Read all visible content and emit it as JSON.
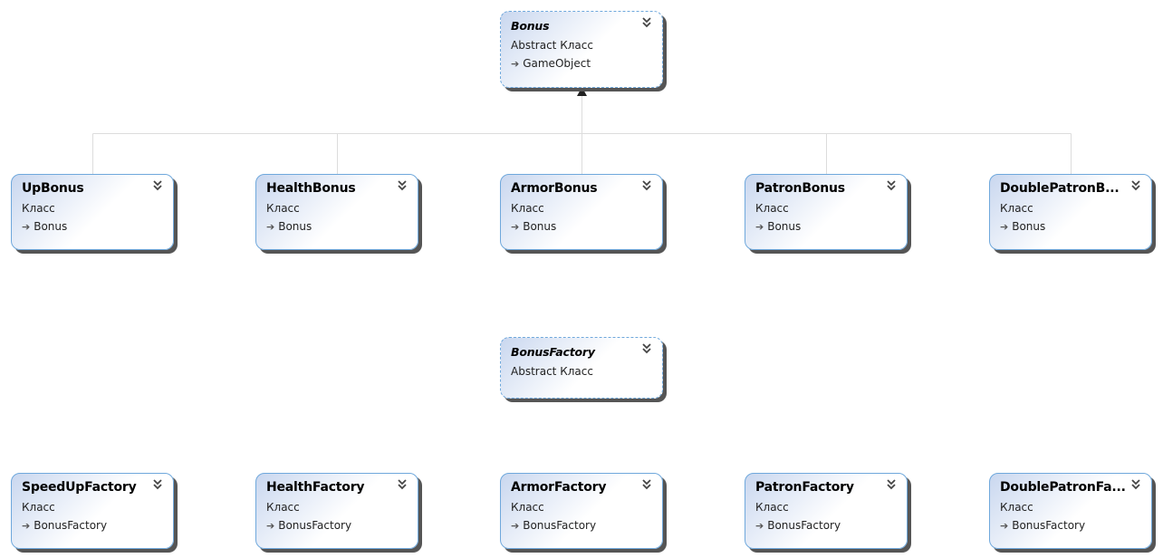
{
  "colors": {
    "border": "#6fa8dc",
    "gradient_start": "#c9d7ef",
    "shadow": "#555555",
    "connector": "#dcdcdc"
  },
  "icons": {
    "collapse": "double-chevron-down-icon",
    "base_type": "inheritance-arrow-icon",
    "generalization": "triangle-arrowhead-icon"
  },
  "classes": {
    "bonus": {
      "name": "Bonus",
      "kind": "Abstract Класс",
      "base": "GameObject"
    },
    "up_bonus": {
      "name": "UpBonus",
      "kind": "Класс",
      "base": "Bonus"
    },
    "health_bonus": {
      "name": "HealthBonus",
      "kind": "Класс",
      "base": "Bonus"
    },
    "armor_bonus": {
      "name": "ArmorBonus",
      "kind": "Класс",
      "base": "Bonus"
    },
    "patron_bonus": {
      "name": "PatronBonus",
      "kind": "Класс",
      "base": "Bonus"
    },
    "double_patron_bonus": {
      "name": "DoublePatronB...",
      "kind": "Класс",
      "base": "Bonus"
    },
    "bonus_factory": {
      "name": "BonusFactory",
      "kind": "Abstract Класс"
    },
    "speed_up_factory": {
      "name": "SpeedUpFactory",
      "kind": "Класс",
      "base": "BonusFactory"
    },
    "health_factory": {
      "name": "HealthFactory",
      "kind": "Класс",
      "base": "BonusFactory"
    },
    "armor_factory": {
      "name": "ArmorFactory",
      "kind": "Класс",
      "base": "BonusFactory"
    },
    "patron_factory": {
      "name": "PatronFactory",
      "kind": "Класс",
      "base": "BonusFactory"
    },
    "double_patron_factory": {
      "name": "DoublePatronFa...",
      "kind": "Класс",
      "base": "BonusFactory"
    }
  }
}
